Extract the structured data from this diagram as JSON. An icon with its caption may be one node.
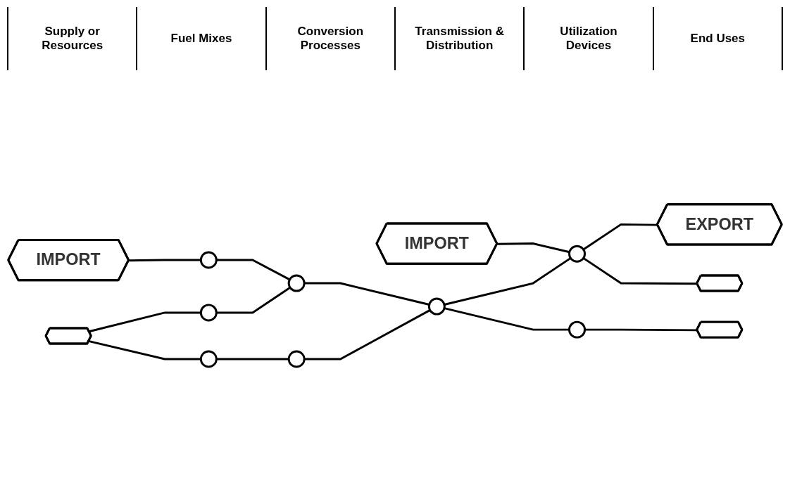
{
  "diagram": {
    "nodes": [
      {
        "text": [],
        "shape": "hexagon"
      },
      {
        "text": [],
        "shape": "circle"
      },
      {
        "text": [],
        "shape": "circle"
      },
      {
        "text": [
          "IMPORT"
        ]
      },
      {
        "text": [],
        "shape": "circle"
      },
      {
        "text": [],
        "shape": "circle"
      },
      {
        "text": [],
        "shape": "circle"
      },
      {
        "text": [],
        "shape": "circle"
      },
      {
        "text": [
          "IMPORT"
        ]
      },
      {
        "text": [],
        "shape": "circle"
      },
      {
        "text": [],
        "shape": "circle"
      },
      {
        "text": [
          "EXPORT"
        ]
      },
      {
        "text": [],
        "shape": "hexagon"
      },
      {
        "text": [],
        "shape": "hexagon"
      }
    ],
    "edges": [
      {
        "from": 0,
        "to": 1,
        "arrow": "none"
      },
      {
        "from": 0,
        "to": 2,
        "arrow": "none"
      },
      {
        "from": 1,
        "to": 5,
        "arrow": "none"
      },
      {
        "from": 2,
        "to": 6,
        "arrow": "none"
      },
      {
        "from": 3,
        "to": 4,
        "arrow": "none"
      },
      {
        "from": 4,
        "to": 6,
        "arrow": "none"
      },
      {
        "from": 5,
        "to": 7,
        "arrow": "none"
      },
      {
        "from": 6,
        "to": 7,
        "arrow": "none"
      },
      {
        "from": 7,
        "to": 9,
        "arrow": "none"
      },
      {
        "from": 8,
        "to": 9,
        "arrow": "none"
      },
      {
        "from": 7,
        "to": 10,
        "arrow": "none"
      },
      {
        "from": 9,
        "to": 11,
        "arrow": "none"
      },
      {
        "from": 9,
        "to": 12,
        "arrow": "none"
      },
      {
        "from": 10,
        "to": 13,
        "arrow": "none"
      }
    ],
    "labels": [
      "Supply or Resources",
      "Fuel Mixes",
      "Conversion Processes",
      "Transmission & Distribution",
      "Utilization Devices",
      "End Uses"
    ]
  }
}
